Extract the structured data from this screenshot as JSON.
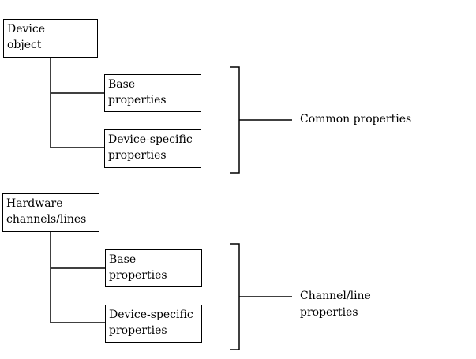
{
  "groups": [
    {
      "parent": "Device\nobject",
      "children": [
        "Base\nproperties",
        "Device-specific\nproperties"
      ],
      "bracket_label": "Common properties"
    },
    {
      "parent": "Hardware\nchannels/lines",
      "children": [
        "Base\nproperties",
        "Device-specific\nproperties"
      ],
      "bracket_label": "Channel/line\nproperties"
    }
  ]
}
